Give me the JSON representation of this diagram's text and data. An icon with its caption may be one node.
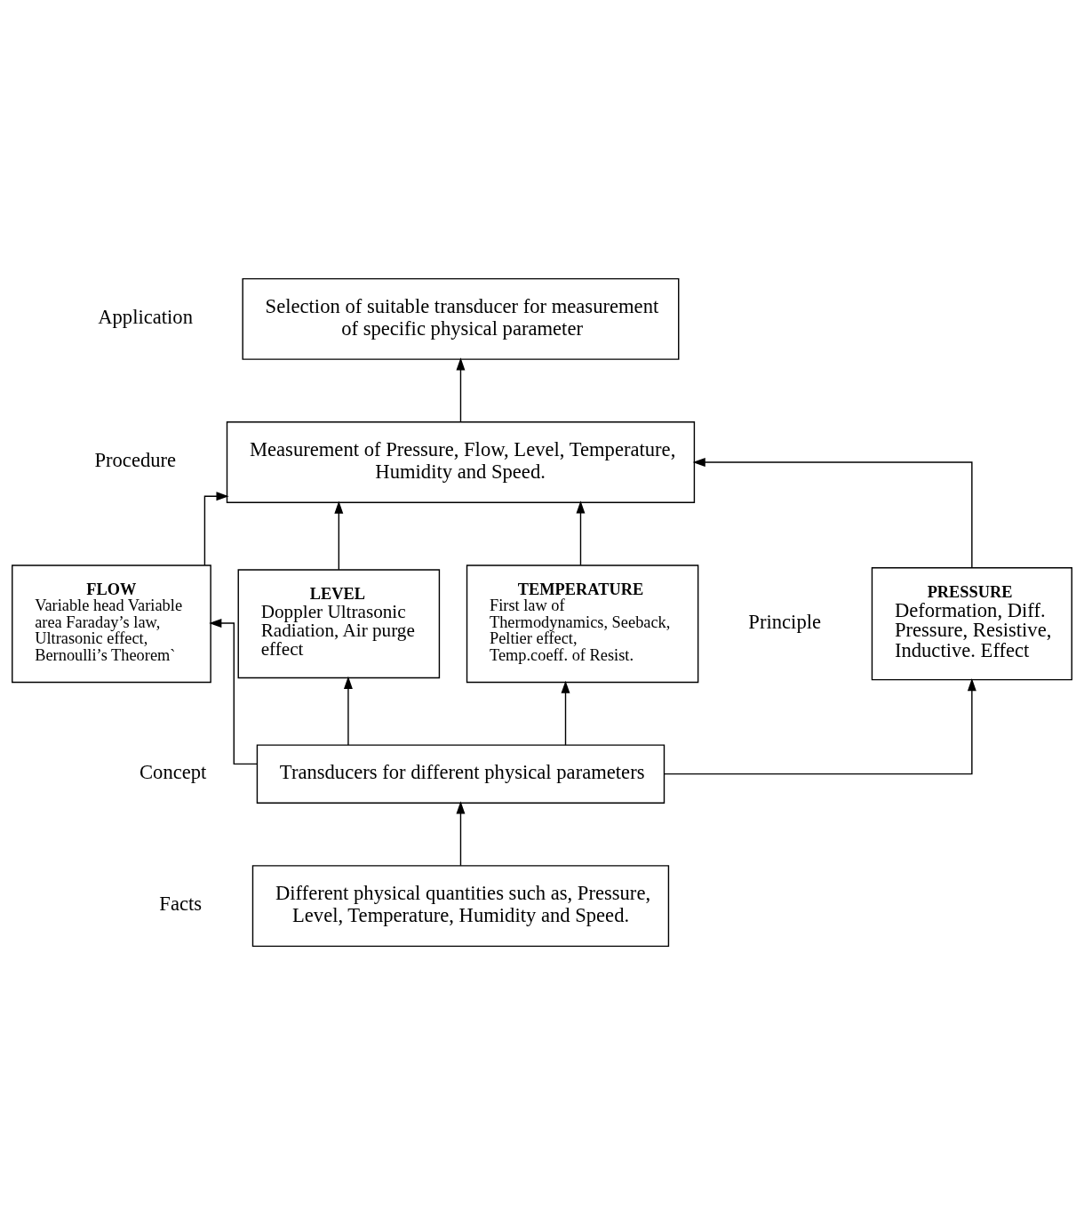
{
  "diagram": {
    "nodes": [
      {
        "text": [
          "Selection of suitable transducer for measurement of specific physical parameter"
        ]
      },
      {
        "text": [
          "Measurement of Pressure, Flow, Level, Temperature, Humidity and Speed."
        ]
      },
      {
        "text": [
          "PRESSURE",
          "Deformation, Diff. Pressure, Resistive, Inductive. Effect"
        ]
      },
      {
        "text": [
          "FLOW",
          "Variable head Variable area Faraday’s law, Ultrasonic effect, Bernoulli’s Theorem`"
        ]
      },
      {
        "text": [
          "LEVEL",
          "Doppler Ultrasonic Radiation, Air purge effect"
        ]
      },
      {
        "text": [
          "TEMPERATURE",
          "First law of Thermodynamics, Seeback, Peltier effect, Temp.coeff. of Resist."
        ]
      },
      {
        "text": [
          "Transducers for different physical parameters"
        ]
      },
      {
        "text": [
          "Different physical quantities such as, Pressure, Level, Temperature, Humidity and Speed."
        ]
      }
    ],
    "edges": [
      {
        "from": 7,
        "to": 6,
        "arrow": "to"
      },
      {
        "from": 6,
        "to": 2,
        "arrow": "to"
      },
      {
        "from": 6,
        "to": 3,
        "arrow": "to"
      },
      {
        "from": 6,
        "to": 4,
        "arrow": "to"
      },
      {
        "from": 6,
        "to": 5,
        "arrow": "to"
      },
      {
        "from": 2,
        "to": 1,
        "arrow": "to"
      },
      {
        "from": 3,
        "to": 1,
        "arrow": "to"
      },
      {
        "from": 4,
        "to": 1,
        "arrow": "to"
      },
      {
        "from": 5,
        "to": 1,
        "arrow": "to"
      },
      {
        "from": 1,
        "to": 0,
        "arrow": "to"
      }
    ],
    "labels": [
      "Application",
      "Procedure",
      "Principle",
      "Concept",
      "Facts"
    ]
  }
}
